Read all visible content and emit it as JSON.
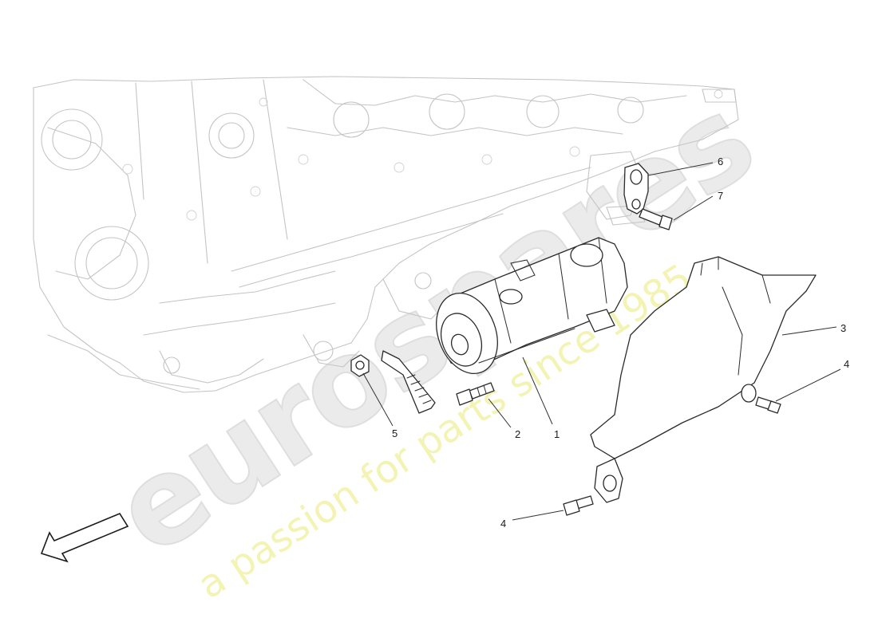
{
  "diagram": {
    "watermark": {
      "logo": "eurospares",
      "tagline": "a passion for parts since 1985"
    },
    "callouts": [
      {
        "id": "c1",
        "label": "1"
      },
      {
        "id": "c2",
        "label": "2"
      },
      {
        "id": "c3",
        "label": "3"
      },
      {
        "id": "c4a",
        "label": "4"
      },
      {
        "id": "c4b",
        "label": "4"
      },
      {
        "id": "c5",
        "label": "5"
      },
      {
        "id": "c6",
        "label": "6"
      },
      {
        "id": "c7",
        "label": "7"
      }
    ],
    "direction_icon": "arrow-front-icon"
  }
}
